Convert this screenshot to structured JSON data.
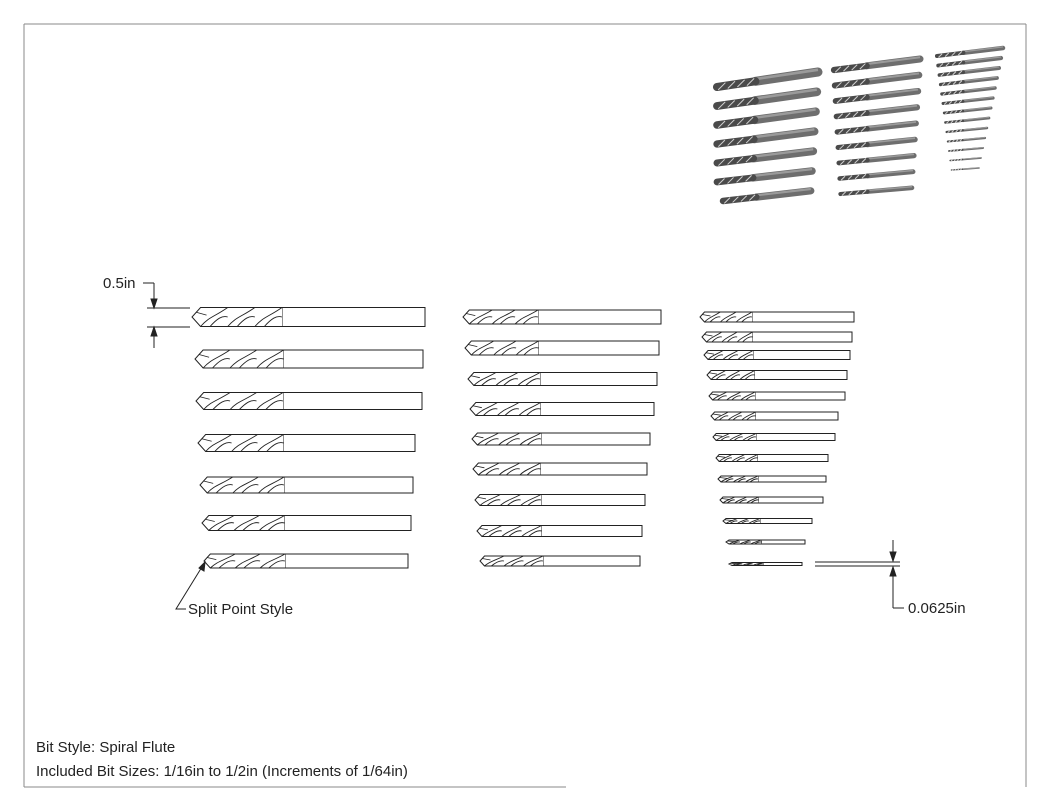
{
  "annotations": {
    "largest_dimension": "0.5in",
    "point_style_callout": "Split Point Style",
    "smallest_dimension": "0.0625in"
  },
  "notes": {
    "bit_style": "Bit Style: Spiral Flute",
    "included_sizes": "Included Bit Sizes: 1/16in to 1/2in (Increments of 1/64in)"
  },
  "drill_set": {
    "bit_count": 29,
    "columns": [
      {
        "name": "large",
        "bit_count": 7
      },
      {
        "name": "medium",
        "bit_count": 9
      },
      {
        "name": "small",
        "bit_count": 13
      }
    ]
  },
  "colors": {
    "line": "#222222",
    "frame": "#8a8a8a",
    "shank_shaded": "#6e6e6e",
    "flute_shaded": "#4a4a4a"
  }
}
